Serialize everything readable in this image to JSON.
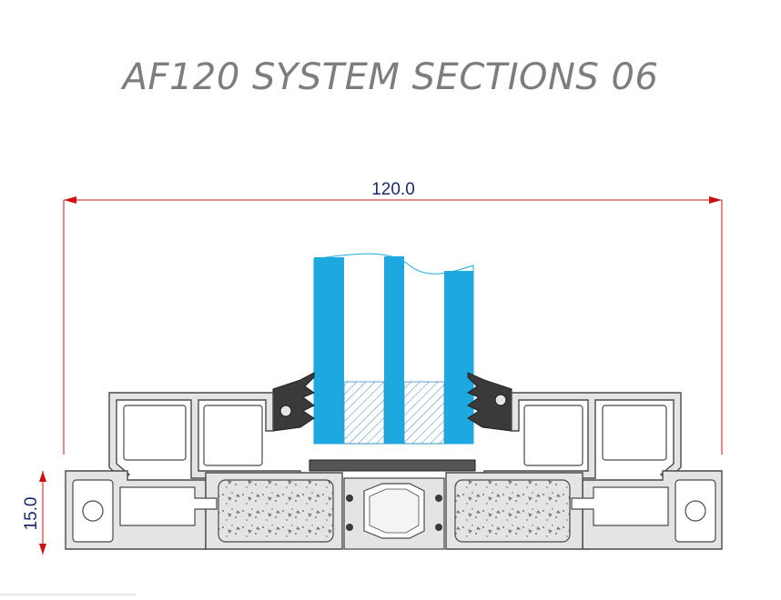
{
  "drawing": {
    "title": "AF120 SYSTEM SECTIONS 06",
    "width_dimension": "120.0",
    "height_dimension": "15.0"
  },
  "colors": {
    "title": "#7d7d7d",
    "dimension_line": "#d01010",
    "dimension_text": "#1b2a6b",
    "glass": "#1ea8e0",
    "profile_fill": "#e4e4e4",
    "profile_stroke": "#4a4a4a",
    "gasket": "#3a3a3a"
  }
}
